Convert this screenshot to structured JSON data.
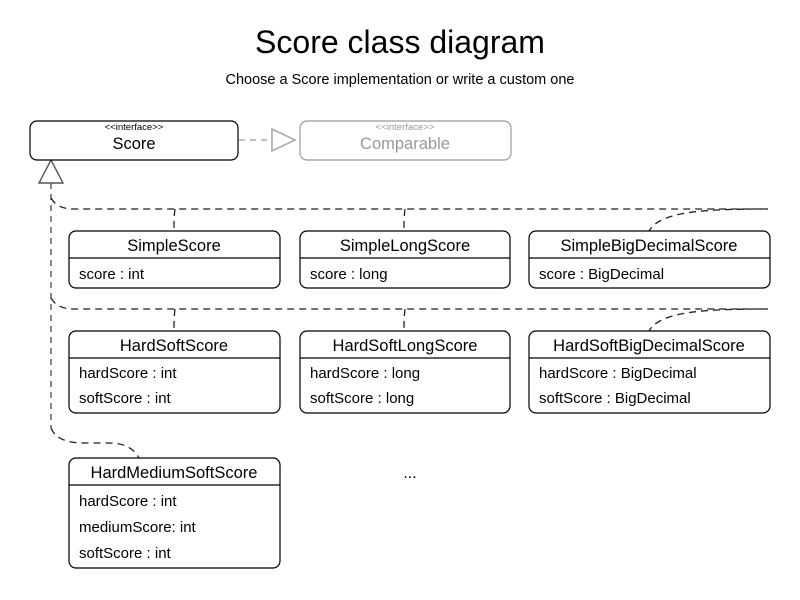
{
  "page": {
    "title": "Score class diagram",
    "subtitle": "Choose a Score implementation or write a custom one",
    "ellipsis": "...",
    "background_color": "#ffffff",
    "line_color": "#555555",
    "external_color": "#999999"
  },
  "interfaces": {
    "score": {
      "stereotype": "<<interface>>",
      "name": "Score"
    },
    "comparable": {
      "stereotype": "<<interface>>",
      "name": "Comparable"
    }
  },
  "classes": [
    {
      "name": "SimpleScore",
      "attributes": [
        "score : int"
      ]
    },
    {
      "name": "SimpleLongScore",
      "attributes": [
        "score : long"
      ]
    },
    {
      "name": "SimpleBigDecimalScore",
      "attributes": [
        "score : BigDecimal"
      ]
    },
    {
      "name": "HardSoftScore",
      "attributes": [
        "hardScore : int",
        "softScore : int"
      ]
    },
    {
      "name": "HardSoftLongScore",
      "attributes": [
        "hardScore : long",
        "softScore : long"
      ]
    },
    {
      "name": "HardSoftBigDecimalScore",
      "attributes": [
        "hardScore : BigDecimal",
        "softScore : BigDecimal"
      ]
    },
    {
      "name": "HardMediumSoftScore",
      "attributes": [
        "hardScore : int",
        "mediumScore: int",
        "softScore : int"
      ]
    }
  ],
  "relationships": {
    "score_extends_comparable": "extends",
    "implementations": "realization"
  }
}
